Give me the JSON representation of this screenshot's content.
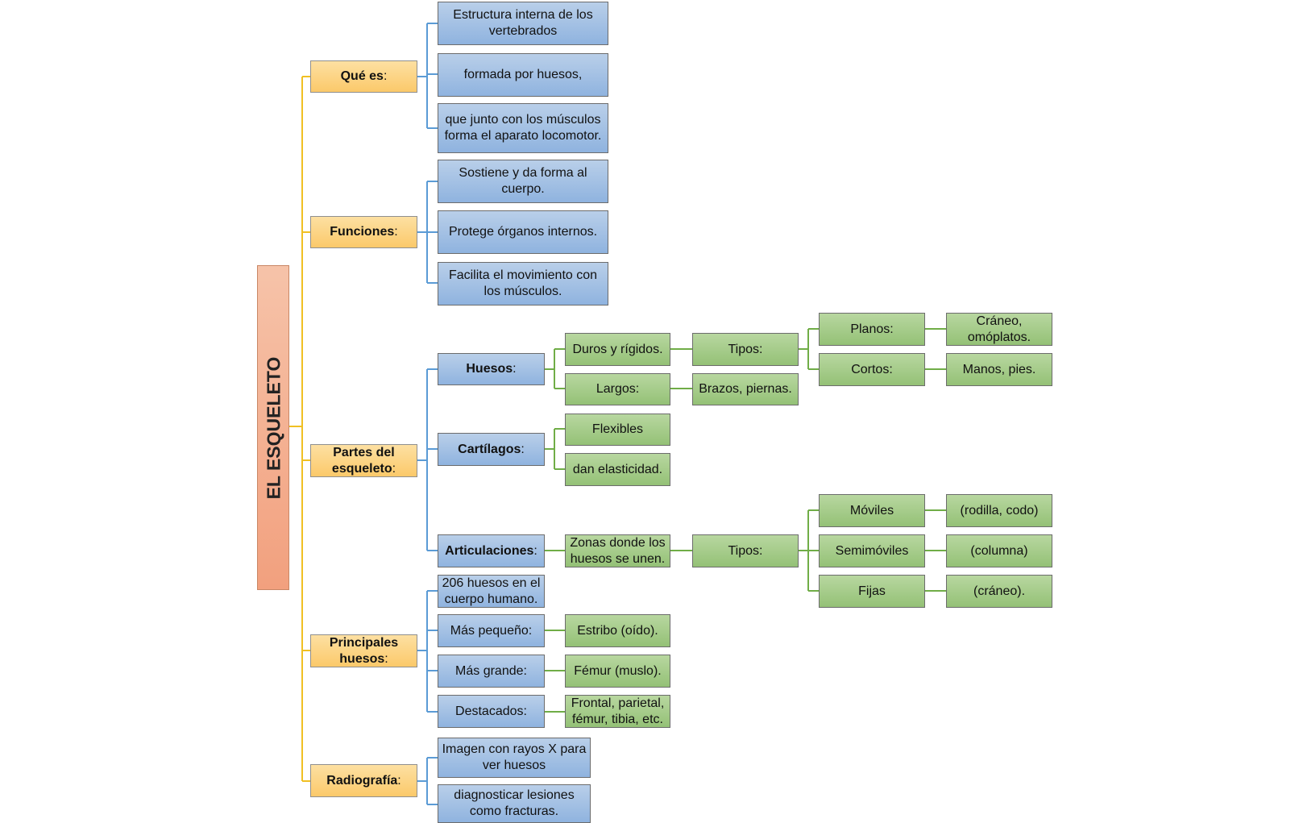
{
  "title": "EL ESQUELETO",
  "colors": {
    "root_connector": "#f0c023",
    "blue_connector": "#5b9bd5",
    "green_connector": "#70ad47"
  },
  "que_es": {
    "label": "Qué es",
    "items": [
      "Estructura interna de los vertebrados",
      "formada por huesos,",
      "que junto con los músculos forma el aparato locomotor."
    ]
  },
  "funciones": {
    "label": "Funciones",
    "items": [
      "Sostiene y da forma al cuerpo.",
      "Protege órganos internos.",
      "Facilita el movimiento con los músculos."
    ]
  },
  "partes": {
    "label": "Partes del esqueleto",
    "huesos": {
      "label": "Huesos",
      "duros": "Duros y rígidos.",
      "tipos": "Tipos:",
      "planos": "Planos:",
      "planos_ex": "Cráneo, omóplatos.",
      "cortos": "Cortos:",
      "cortos_ex": "Manos, pies.",
      "largos": "Largos:",
      "largos_ex": "Brazos, piernas."
    },
    "cartilagos": {
      "label": "Cartílagos",
      "items": [
        "Flexibles",
        "dan elasticidad."
      ]
    },
    "articulaciones": {
      "label": "Articulaciones",
      "zonas": "Zonas donde los huesos se unen.",
      "tipos": "Tipos:",
      "moviles": "Móviles",
      "moviles_ex": "(rodilla, codo)",
      "semimoviles": "Semimóviles",
      "semimoviles_ex": "(columna)",
      "fijas": "Fijas",
      "fijas_ex": "(cráneo)."
    }
  },
  "principales": {
    "label": "Principales huesos",
    "count": "206 huesos en el cuerpo humano.",
    "pequeno": "Más pequeño:",
    "pequeno_ex": "Estribo (oído).",
    "grande": "Más grande:",
    "grande_ex": "Fémur (muslo).",
    "destacados": "Destacados:",
    "destacados_ex": "Frontal, parietal, fémur, tibia, etc."
  },
  "radiografia": {
    "label": "Radiografía",
    "items": [
      "Imagen con rayos X para ver huesos",
      "diagnosticar lesiones como fracturas."
    ]
  }
}
